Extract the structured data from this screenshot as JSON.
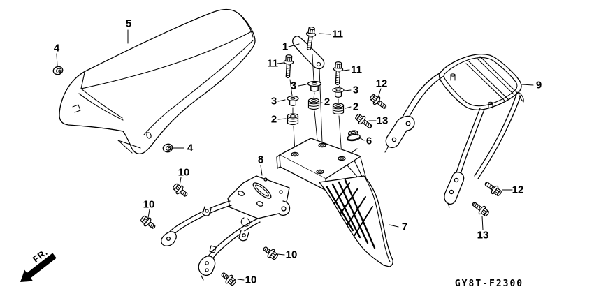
{
  "colors": {
    "line": "#000000",
    "background": "#ffffff"
  },
  "drawing_code": "GY8T-F2300",
  "direction_indicator": "FR.",
  "callouts": {
    "c5": "5",
    "c4a": "4",
    "c4b": "4",
    "c1": "1",
    "c11a": "11",
    "c11b": "11",
    "c11c": "11",
    "c3a": "3",
    "c3b": "3",
    "c3c": "3",
    "c2a": "2",
    "c2b": "2",
    "c2c": "2",
    "c12a": "12",
    "c12b": "12",
    "c13a": "13",
    "c13b": "13",
    "c6": "6",
    "c9": "9",
    "c8": "8",
    "c7": "7",
    "c10a": "10",
    "c10b": "10",
    "c10c": "10",
    "c10d": "10"
  }
}
